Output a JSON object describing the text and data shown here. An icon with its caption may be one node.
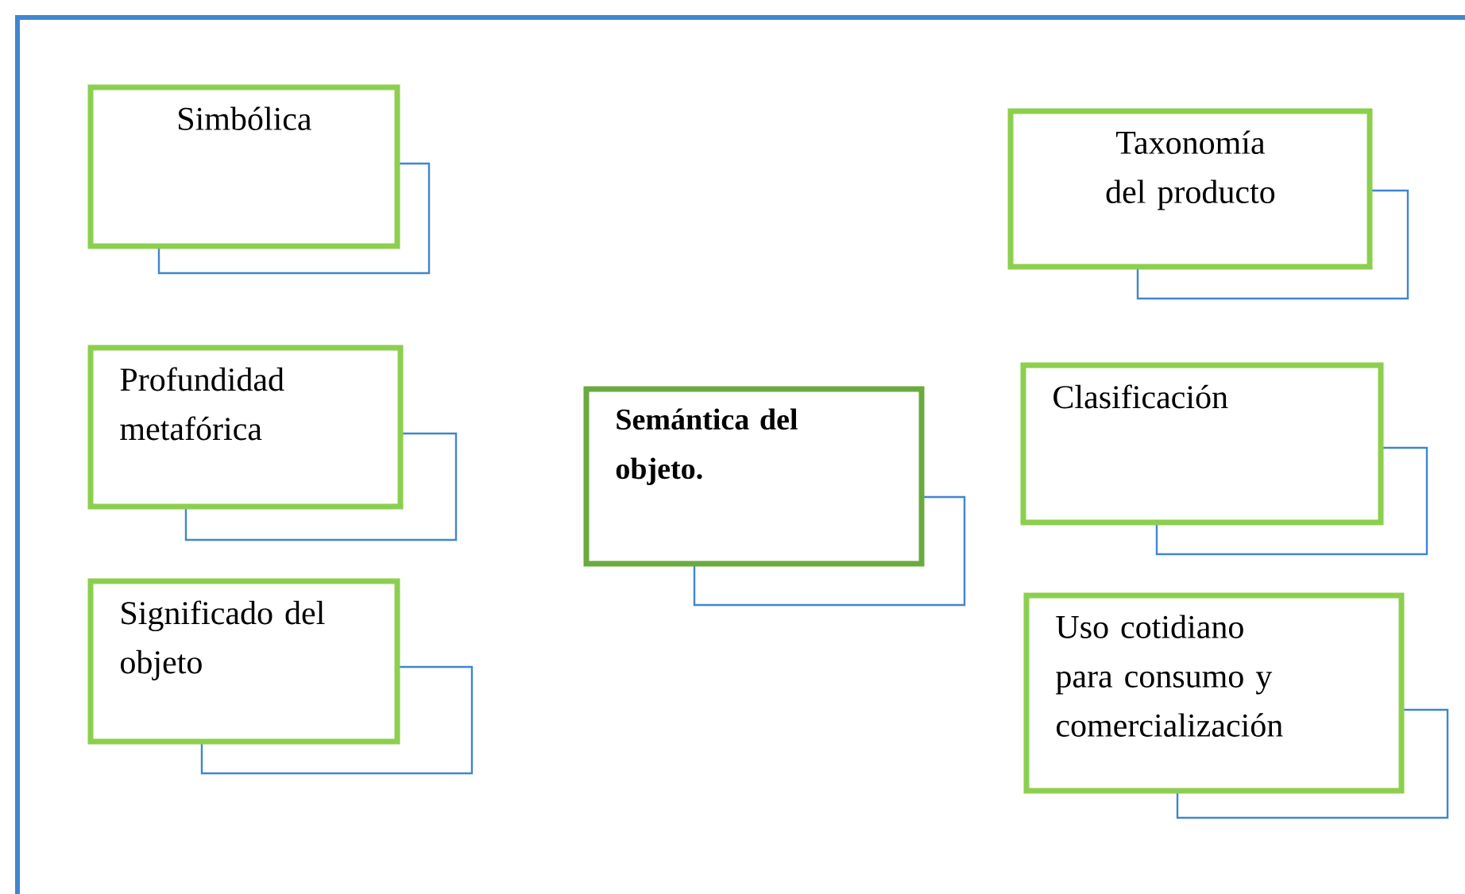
{
  "diagram": {
    "nodes": [
      {
        "text": [
          "Simbólica"
        ]
      },
      {
        "text": [
          "Profundidad metafórica"
        ]
      },
      {
        "text": [
          "Significado del objeto"
        ]
      },
      {
        "text": [
          "Semántica del objeto."
        ]
      },
      {
        "text": [
          "Taxonomía del producto"
        ]
      },
      {
        "text": [
          "Clasificación"
        ]
      },
      {
        "text": [
          "Uso cotidiano para consumo y comercialización"
        ]
      }
    ],
    "edges": []
  }
}
